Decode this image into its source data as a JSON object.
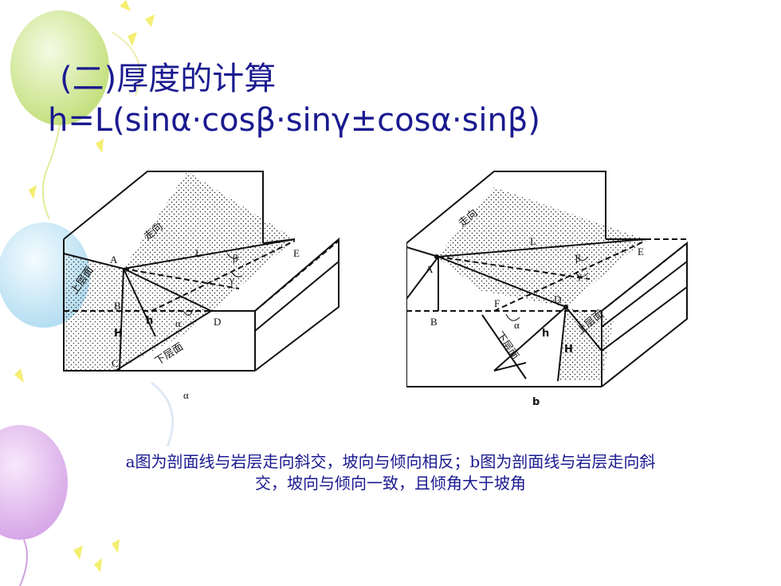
{
  "slide": {
    "title": "(二)厚度的计算",
    "formula": "h=L(sinα·cosβ·sinγ±cosα·sinβ)",
    "caption_line1": "a图为剖面线与岩层走向斜交，坡向与倾向相反；b图为剖面线与岩层走向斜",
    "caption_line2": "交，坡向与倾向一致，且倾角大于坡角"
  },
  "figure_a": {
    "sublabel": "α",
    "labels": {
      "A": "A",
      "B": "B",
      "C": "C",
      "D": "D",
      "E": "E",
      "L": "L",
      "H": "H",
      "h": "h",
      "alpha": "α",
      "beta": "β",
      "gamma": "γ",
      "strike": "走向",
      "upper_surface": "上层面",
      "lower_surface": "下层面"
    }
  },
  "figure_b": {
    "sublabel": "b",
    "labels": {
      "A": "A",
      "B": "B",
      "D": "D",
      "E": "E",
      "F": "F",
      "L": "L",
      "H": "H",
      "h": "h",
      "alpha": "α",
      "beta": "β",
      "gamma": "γ",
      "strike": "走向",
      "upper_surface": "上层面",
      "lower_surface": "下层面"
    }
  },
  "colors": {
    "text": "#1a1a90",
    "balloon_green": "#c9e58a",
    "balloon_blue": "#b9dff0",
    "balloon_purple": "#d7a6e6"
  }
}
